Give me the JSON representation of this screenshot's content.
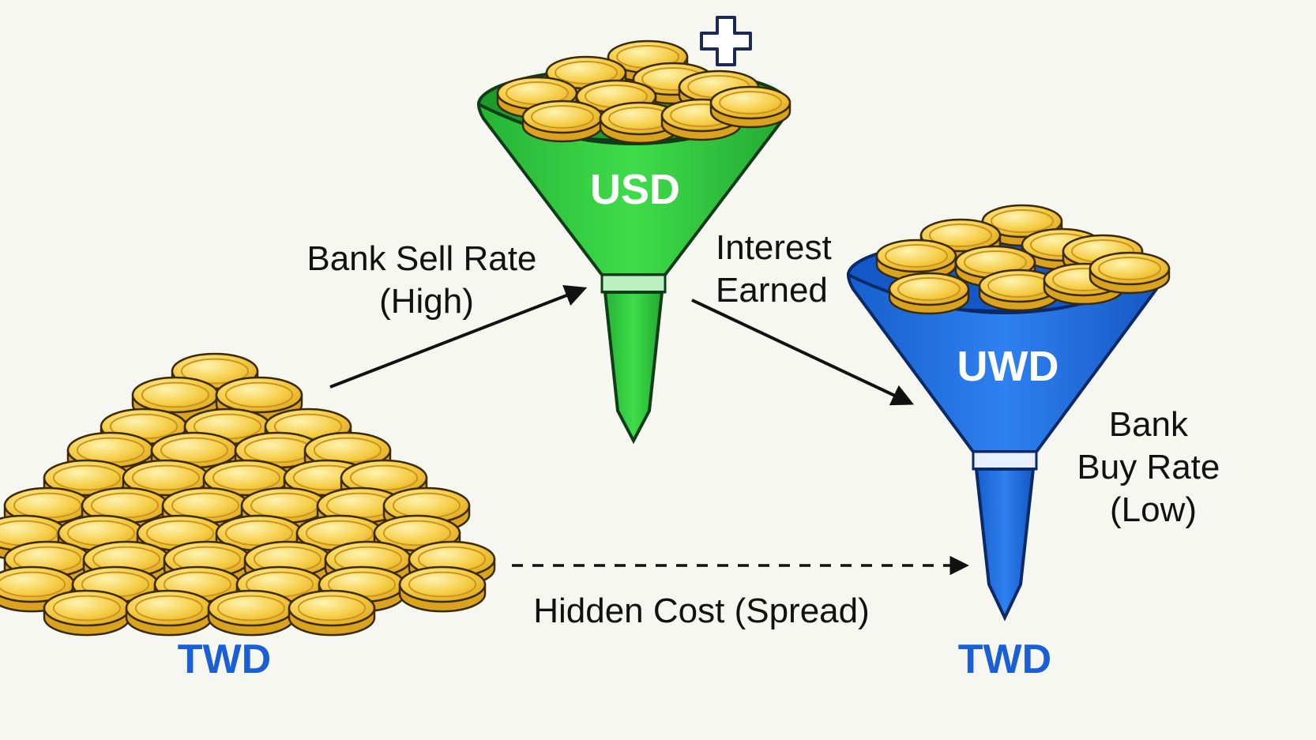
{
  "labels": {
    "source_currency": "TWD",
    "usd_funnel": "USD",
    "uwd_funnel": "UWD",
    "target_currency": "TWD",
    "bank_sell_rate": [
      "Bank Sell Rate",
      "(High)"
    ],
    "interest_earned": [
      "Interest",
      "Earned"
    ],
    "bank_buy_rate": [
      "Bank",
      "Buy Rate",
      "(Low)"
    ],
    "hidden_cost": "Hidden Cost (Spread)"
  },
  "colors": {
    "background": "#f7f7f2",
    "coin_fill": "#f2c94c",
    "coin_edge": "#c9951a",
    "usd_funnel": "#2ecc40",
    "uwd_funnel": "#1f6fe0",
    "currency_text": "#1a5fd6",
    "arrow": "#111111"
  },
  "icons": {
    "plus": "plus-icon"
  }
}
